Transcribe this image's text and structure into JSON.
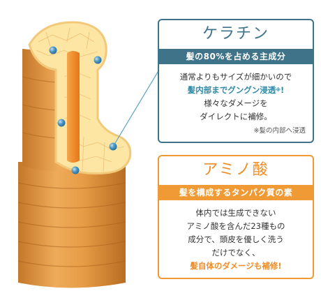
{
  "keratin": {
    "title": "ケラチン",
    "band": "髪の80%を占める主成分",
    "line1": "通常よりもサイズが細かいので",
    "line2_accent": "髪内部までグングン浸透",
    "line2_sup": "※",
    "line2_tail": "!",
    "line3": "様々なダメージを",
    "line4": "ダイレクトに補修。",
    "note": "※髪の内部へ浸透"
  },
  "amino": {
    "title": "アミノ酸",
    "band": "髪を構成するタンパク質の素",
    "line1": "体内では生成できない",
    "line2": "アミノ酸を含んだ23種もの",
    "line3": "成分で、頭皮を優しく洗う",
    "line4": "だけでなく、",
    "line5_accent": "髪自体のダメージも補修!"
  },
  "colors": {
    "keratin_accent": "#3e7389",
    "amino_accent": "#ef9a34",
    "hair_cortex": "#e8a04a",
    "hair_core": "#f08a2c",
    "hair_cross_section": "#fde6a4",
    "molecule": "#4b96c4"
  }
}
